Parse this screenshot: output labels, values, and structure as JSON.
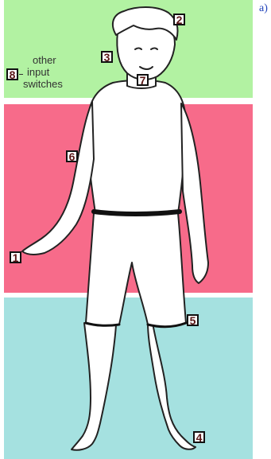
{
  "panel_letter": "a)",
  "colors": {
    "top_band": "#b2f2a2",
    "middle_band": "#f76b8a",
    "bottom_band": "#a5e1e0",
    "box_text": "#5a1616"
  },
  "label_note": [
    "other",
    "input",
    "switches"
  ],
  "switch_numbers": [
    "1",
    "2",
    "3",
    "4",
    "5",
    "6",
    "7",
    "8"
  ]
}
